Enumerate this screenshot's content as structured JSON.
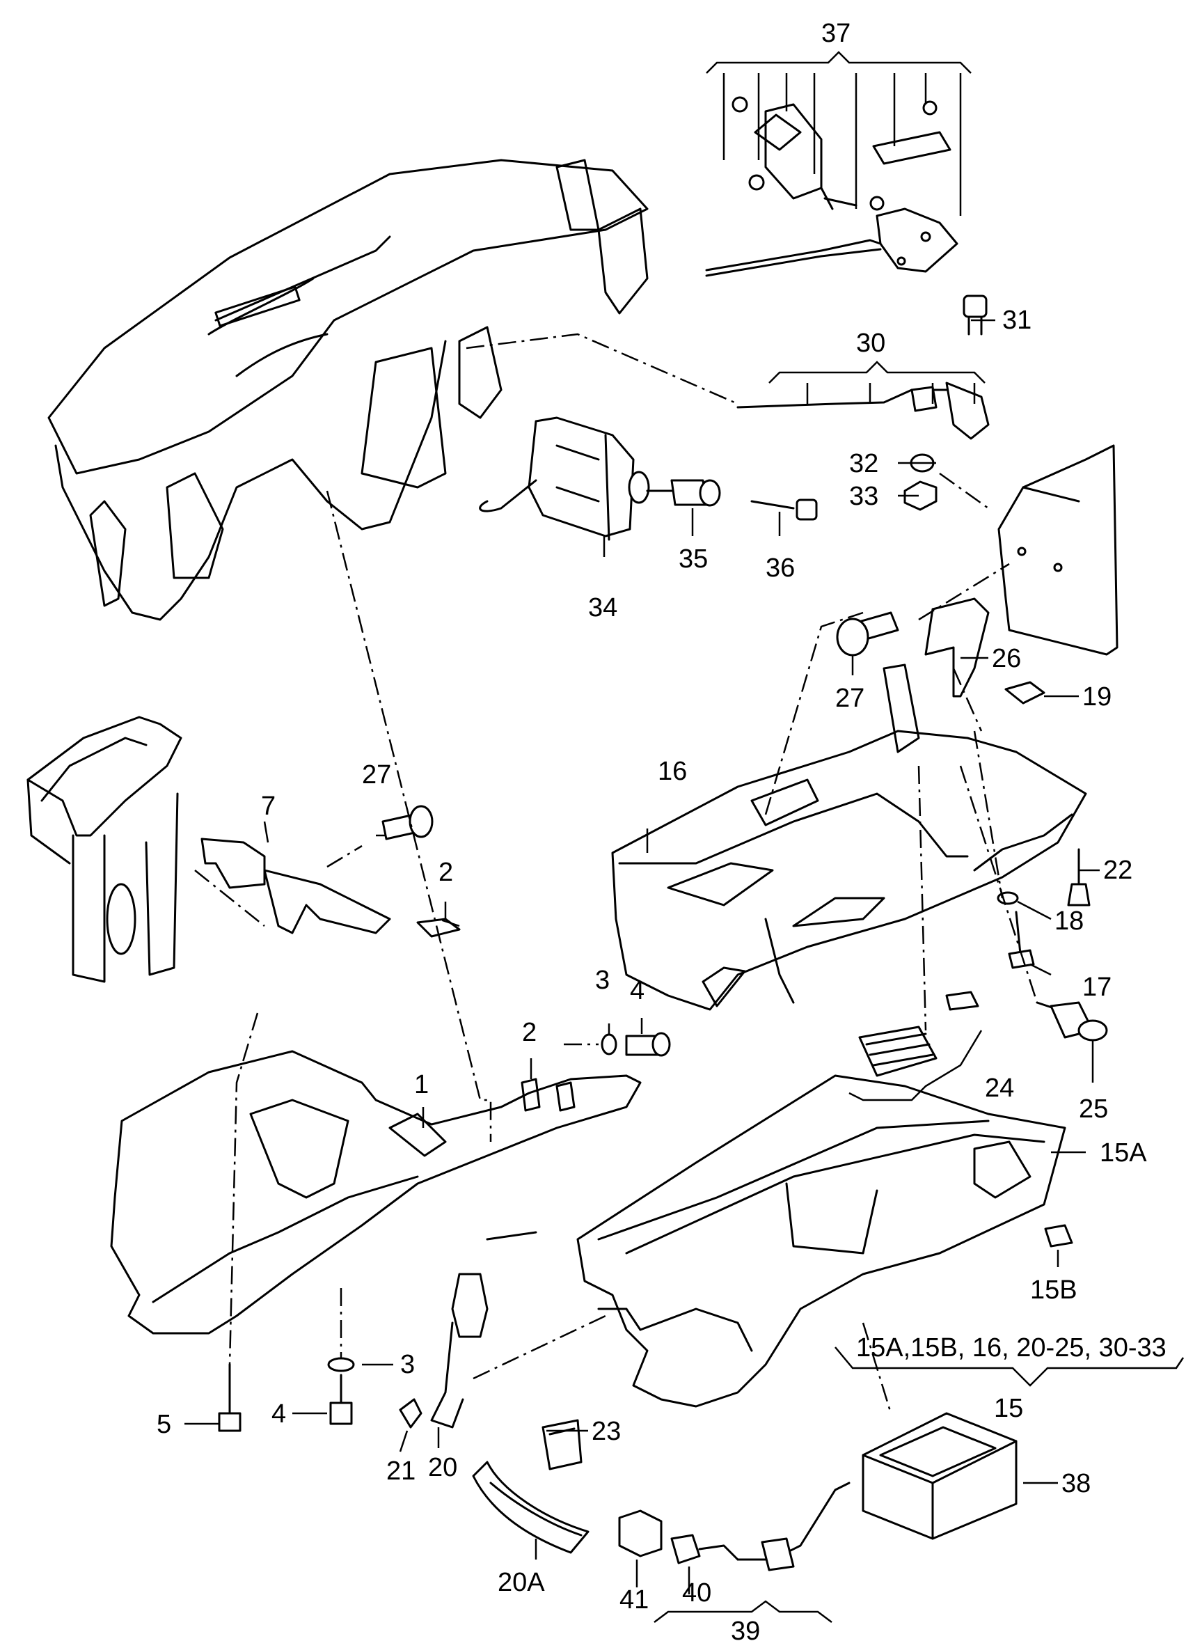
{
  "callouts": {
    "c1": "1",
    "c2a": "2",
    "c2b": "2",
    "c3a": "3",
    "c3b": "3",
    "c4a": "4",
    "c4b": "4",
    "c5": "5",
    "c7": "7",
    "c15": "15",
    "c15a": "15A",
    "c15b": "15B",
    "c16": "16",
    "c17": "17",
    "c18": "18",
    "c19": "19",
    "c20": "20",
    "c20a": "20A",
    "c21": "21",
    "c22": "22",
    "c23": "23",
    "c24": "24",
    "c25": "25",
    "c26": "26",
    "c27a": "27",
    "c27b": "27",
    "c30": "30",
    "c31": "31",
    "c32": "32",
    "c33": "33",
    "c34": "34",
    "c35": "35",
    "c36": "36",
    "c37": "37",
    "c38": "38",
    "c39": "39",
    "c40": "40",
    "c41": "41"
  },
  "group_note": "15A,15B, 16, 20-25, 30-33"
}
